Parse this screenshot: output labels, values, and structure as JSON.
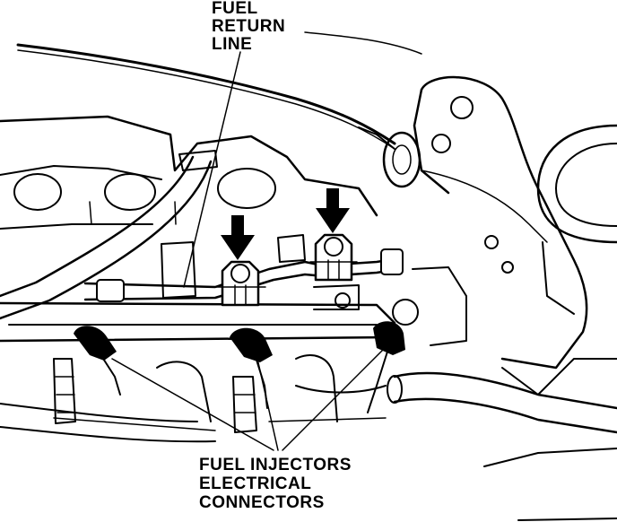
{
  "labels": {
    "fuel_return_line": [
      "FUEL",
      "RETURN",
      "LINE"
    ],
    "fuel_injectors_connectors": [
      "FUEL INJECTORS",
      "ELECTRICAL",
      "CONNECTORS"
    ]
  },
  "colors": {
    "ink": "#000000",
    "paper": "#ffffff"
  }
}
